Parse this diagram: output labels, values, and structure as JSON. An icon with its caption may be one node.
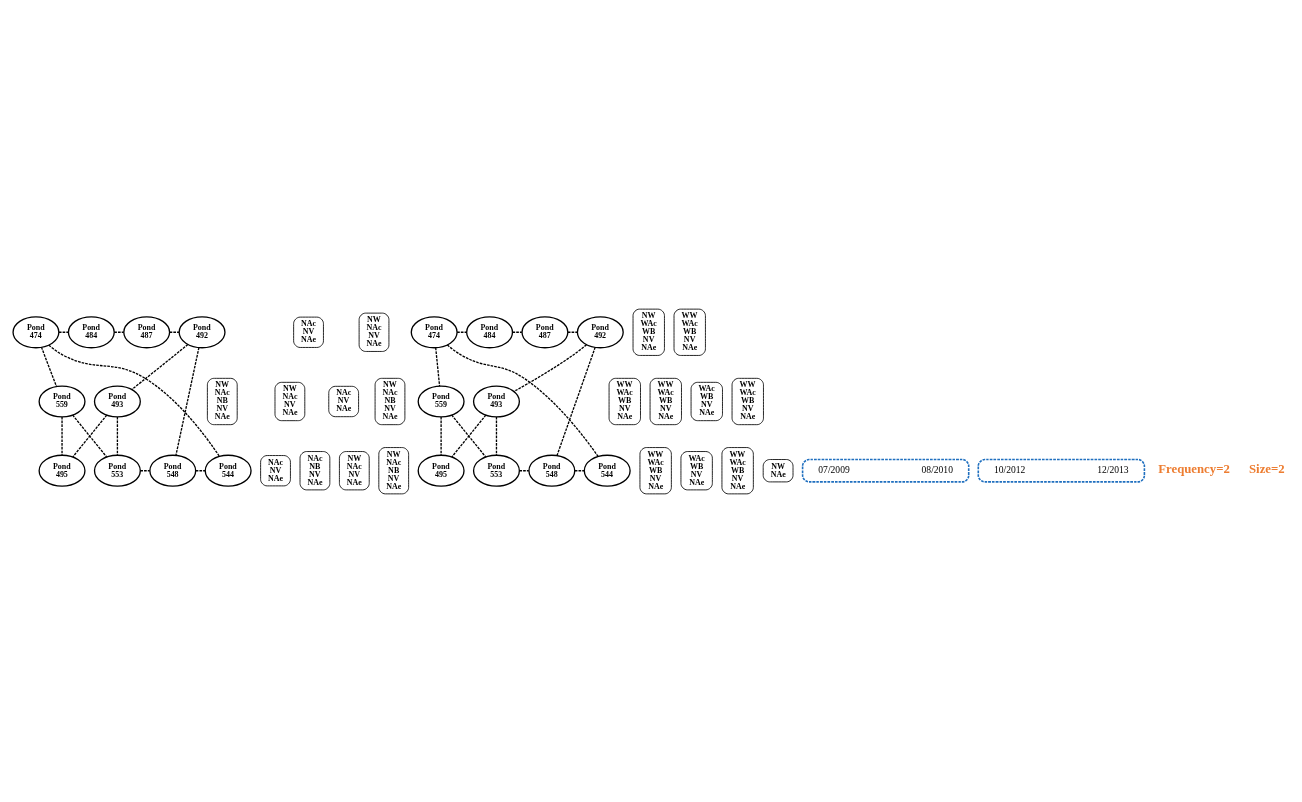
{
  "diagram": {
    "nodes": [
      {
        "text": [
          "Pond 474"
        ]
      },
      {
        "text": [
          "NAc",
          "NV",
          "NAe"
        ]
      },
      {
        "text": [
          "Pond 484"
        ]
      },
      {
        "text": [
          "NW",
          "NAc",
          "NB",
          "NV",
          "NAe"
        ]
      },
      {
        "text": [
          "Pond 487"
        ]
      },
      {
        "text": [
          "NW",
          "NAc",
          "NV",
          "NAe"
        ]
      },
      {
        "text": [
          "Pond 492"
        ]
      },
      {
        "text": [
          "NW",
          "NAc",
          "NV",
          "NAe"
        ]
      },
      {
        "text": [
          "Pond 559"
        ]
      },
      {
        "text": [
          "NAc",
          "NV",
          "NAe"
        ]
      },
      {
        "text": [
          "Pond 493"
        ]
      },
      {
        "text": [
          "NW",
          "NAc",
          "NB",
          "NV",
          "NAe"
        ]
      },
      {
        "text": [
          "Pond 553"
        ]
      },
      {
        "text": [
          "NAc",
          "NV",
          "NAe"
        ]
      },
      {
        "text": [
          "Pond 548"
        ]
      },
      {
        "text": [
          "NAc",
          "NB",
          "NV",
          "NAe"
        ]
      },
      {
        "text": [
          "Pond 544"
        ]
      },
      {
        "text": [
          "NW",
          "NAc",
          "NV",
          "NAe"
        ]
      },
      {
        "text": [
          "Pond 495"
        ]
      },
      {
        "text": [
          "NW",
          "NAc",
          "NB",
          "NV",
          "NAe"
        ]
      },
      {
        "text": [
          "Pond 474"
        ]
      },
      {
        "text": [
          "NW",
          "WAc",
          "WB",
          "NV",
          "NAe"
        ]
      },
      {
        "text": [
          "Pond 484"
        ]
      },
      {
        "text": [
          "WW",
          "WAc",
          "WB",
          "NV",
          "NAe"
        ]
      },
      {
        "text": [
          "Pond 487"
        ]
      },
      {
        "text": [
          "WW",
          "WAc",
          "WB",
          "NV",
          "NAe"
        ]
      },
      {
        "text": [
          "Pond 492"
        ]
      },
      {
        "text": [
          "WW",
          "WAc",
          "WB",
          "NV",
          "NAe"
        ]
      },
      {
        "text": [
          "Pond 559"
        ]
      },
      {
        "text": [
          "WAc",
          "WB",
          "NV",
          "NAe"
        ]
      },
      {
        "text": [
          "Pond 493"
        ]
      },
      {
        "text": [
          "WW",
          "WAc",
          "WB",
          "NV",
          "NAe"
        ]
      },
      {
        "text": [
          "Pond 553"
        ]
      },
      {
        "text": [
          "WW",
          "WAc",
          "WB",
          "NV",
          "NAe"
        ]
      },
      {
        "text": [
          "Pond 548"
        ]
      },
      {
        "text": [
          "WAc",
          "WB",
          "NV",
          "NAe"
        ]
      },
      {
        "text": [
          "Pond 544"
        ]
      },
      {
        "text": [
          "WW",
          "WAc",
          "WB",
          "NV",
          "NAe"
        ]
      },
      {
        "text": [
          "Pond 495"
        ]
      },
      {
        "text": [
          "NW",
          "NAe"
        ]
      },
      {
        "text": [
          "07/2009",
          "08/2010"
        ]
      },
      {
        "text": [
          "10/2012",
          "12/2013"
        ]
      }
    ],
    "edges": [
      {
        "from": 0,
        "to": 2,
        "arrow": "none"
      },
      {
        "from": 2,
        "to": 4,
        "arrow": "none"
      },
      {
        "from": 4,
        "to": 6,
        "arrow": "none"
      },
      {
        "from": 0,
        "to": 8,
        "arrow": "none"
      },
      {
        "from": 8,
        "to": 12,
        "arrow": "none"
      },
      {
        "from": 12,
        "to": 14,
        "arrow": "none"
      },
      {
        "from": 14,
        "to": 16,
        "arrow": "none"
      },
      {
        "from": 6,
        "to": 10,
        "arrow": "none"
      },
      {
        "from": 10,
        "to": 18,
        "arrow": "none"
      },
      {
        "from": 0,
        "to": 16,
        "arrow": "none"
      },
      {
        "from": 8,
        "to": 18,
        "arrow": "none"
      },
      {
        "from": 6,
        "to": 14,
        "arrow": "none"
      },
      {
        "from": 10,
        "to": 12,
        "arrow": "none"
      },
      {
        "from": 20,
        "to": 22,
        "arrow": "none"
      },
      {
        "from": 22,
        "to": 24,
        "arrow": "none"
      },
      {
        "from": 24,
        "to": 26,
        "arrow": "none"
      },
      {
        "from": 20,
        "to": 28,
        "arrow": "none"
      },
      {
        "from": 28,
        "to": 32,
        "arrow": "none"
      },
      {
        "from": 32,
        "to": 34,
        "arrow": "none"
      },
      {
        "from": 34,
        "to": 36,
        "arrow": "none"
      },
      {
        "from": 26,
        "to": 30,
        "arrow": "none"
      },
      {
        "from": 30,
        "to": 38,
        "arrow": "none"
      },
      {
        "from": 20,
        "to": 36,
        "arrow": "none"
      },
      {
        "from": 28,
        "to": 38,
        "arrow": "none"
      },
      {
        "from": 26,
        "to": 34,
        "arrow": "none"
      },
      {
        "from": 30,
        "to": 32,
        "arrow": "none"
      }
    ],
    "labels": [
      "Frequency=2",
      "Size=2"
    ]
  }
}
